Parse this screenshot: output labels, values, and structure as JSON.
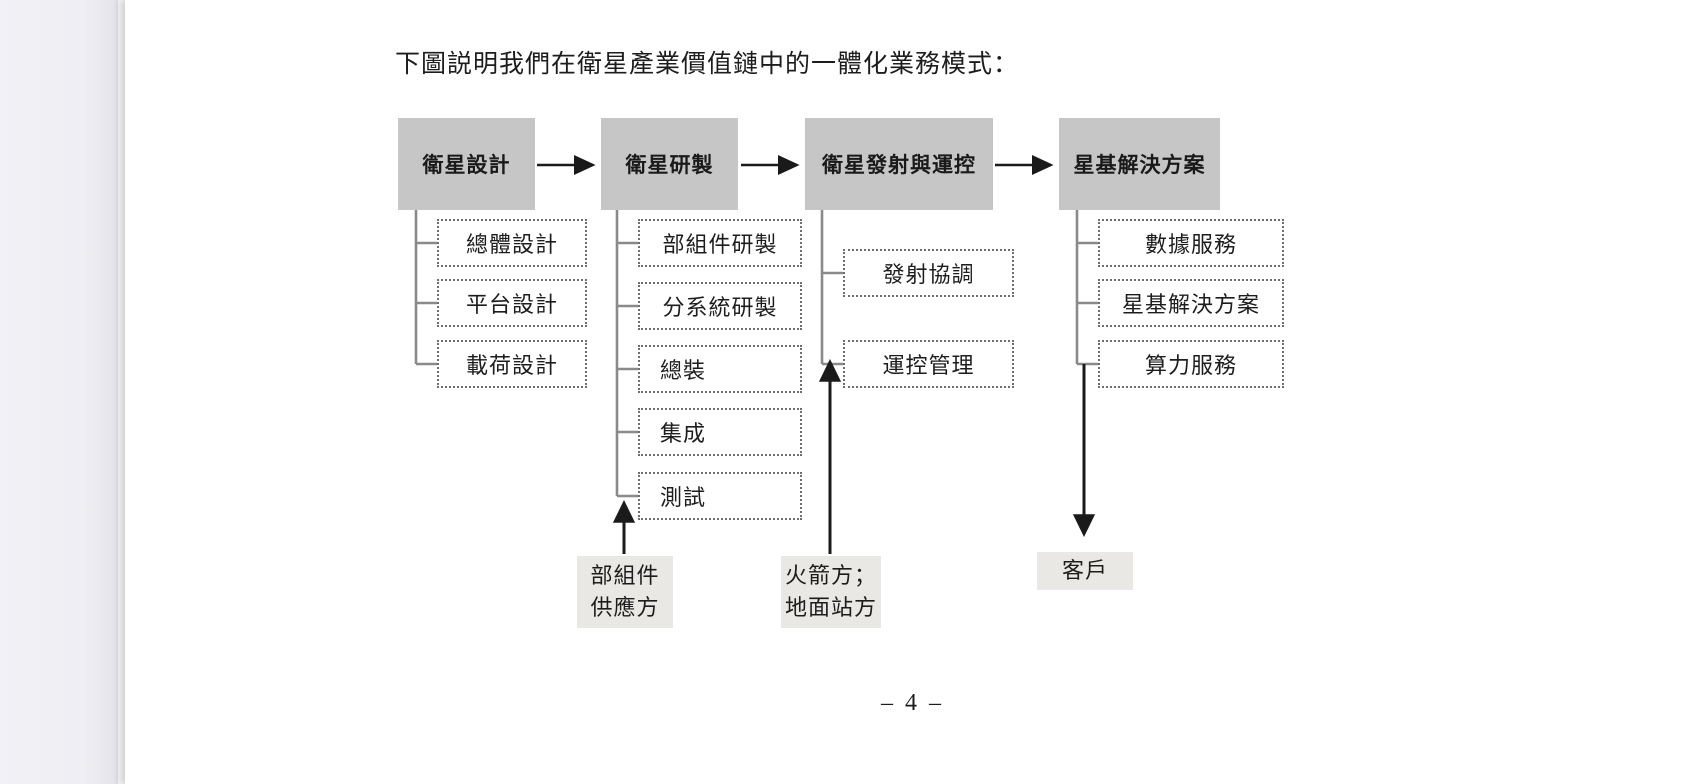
{
  "document": {
    "intro": "下圖説明我們在衛星產業價值鏈中的一體化業務模式：",
    "page_number": "– 4 –"
  },
  "colors": {
    "stage_fill": "#c6c6c6",
    "partner_fill": "#e9e8e4",
    "sub_border": "#6e6e6e",
    "connector": "#808080",
    "arrow": "#1a1a1a",
    "page_background": "#ffffff",
    "viewer_background": "#f0f0f4"
  },
  "diagram": {
    "stages": [
      {
        "id": "design",
        "label": "衛星設計"
      },
      {
        "id": "manufact",
        "label": "衛星研製"
      },
      {
        "id": "launch",
        "label": "衛星發射與運控"
      },
      {
        "id": "solution",
        "label": "星基解決方案"
      }
    ],
    "stage_arrows": [
      {
        "from": "design",
        "to": "manufact"
      },
      {
        "from": "manufact",
        "to": "launch"
      },
      {
        "from": "launch",
        "to": "solution"
      }
    ],
    "columns": [
      {
        "stage": "design",
        "items": [
          {
            "label": "總體設計",
            "align": "center"
          },
          {
            "label": "平台設計",
            "align": "center"
          },
          {
            "label": "載荷設計",
            "align": "center"
          }
        ]
      },
      {
        "stage": "manufact",
        "items": [
          {
            "label": "部組件研製",
            "align": "center"
          },
          {
            "label": "分系統研製",
            "align": "center"
          },
          {
            "label": "總裝",
            "align": "left"
          },
          {
            "label": "集成",
            "align": "left"
          },
          {
            "label": "測試",
            "align": "left"
          }
        ]
      },
      {
        "stage": "launch",
        "items": [
          {
            "label": "發射協調",
            "align": "center"
          },
          {
            "label": "運控管理",
            "align": "center"
          }
        ]
      },
      {
        "stage": "solution",
        "items": [
          {
            "label": "數據服務",
            "align": "center"
          },
          {
            "label": "星基解決方案",
            "align": "center"
          },
          {
            "label": "算力服務",
            "align": "center"
          }
        ]
      }
    ],
    "partners": [
      {
        "id": "component-supplier",
        "lines": [
          "部組件",
          "供應方"
        ],
        "feeds_into": "manufact"
      },
      {
        "id": "rocket-ground",
        "lines": [
          "火箭方；",
          "地面站方"
        ],
        "feeds_into": "launch"
      }
    ],
    "customer": {
      "id": "customer",
      "lines": [
        "客戶"
      ],
      "fed_by": "solution"
    }
  }
}
